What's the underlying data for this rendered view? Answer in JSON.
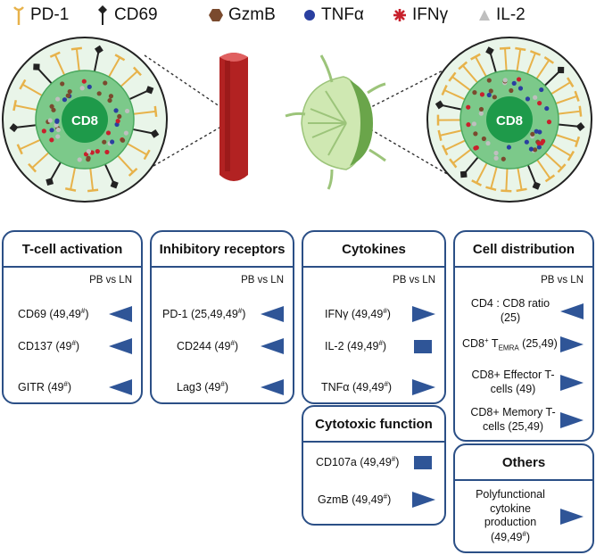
{
  "legend": [
    {
      "label": "PD-1",
      "icon": "pd1-receptor-icon",
      "color": "#e7b24a"
    },
    {
      "label": "CD69",
      "icon": "cd69-receptor-icon",
      "color": "#222222"
    },
    {
      "label": "GzmB",
      "icon": "hexagon-icon",
      "color": "#7a4a2e"
    },
    {
      "label": "TNFα",
      "icon": "circle-icon",
      "color": "#2a3fa0"
    },
    {
      "label": "IFNγ",
      "icon": "starburst-icon",
      "color": "#c8202c"
    },
    {
      "label": "IL-2",
      "icon": "triangle-icon",
      "color": "#bfbfbf"
    }
  ],
  "illustration": {
    "left_cell_label": "CD8",
    "right_cell_label": "CD8",
    "colors": {
      "cell_outer": "#e9f5e9",
      "cell_body": "#7cc98a",
      "nucleus": "#1e9a4a",
      "vessel": "#b22222",
      "lymph_node": "#cfe8b2"
    }
  },
  "comparison_header": "PB vs LN",
  "boxes": {
    "tcell": {
      "title": "T-cell activation",
      "rows": [
        {
          "text": "CD69 (49,49",
          "sup": "#",
          "tail": ")",
          "icon": "left-triangle"
        },
        {
          "text": "CD137 (49",
          "sup": "#",
          "tail": ")",
          "icon": "left-triangle"
        },
        {
          "text": "GITR (49",
          "sup": "#",
          "tail": ")",
          "icon": "left-triangle"
        }
      ]
    },
    "inhib": {
      "title": "Inhibitory receptors",
      "rows": [
        {
          "text": "PD-1 (25,49,49",
          "sup": "#",
          "tail": ")",
          "icon": "left-triangle"
        },
        {
          "text": "CD244 (49",
          "sup": "#",
          "tail": ")",
          "icon": "left-triangle"
        },
        {
          "text": "Lag3 (49",
          "sup": "#",
          "tail": ")",
          "icon": "left-triangle"
        }
      ]
    },
    "cyto": {
      "title": "Cytokines",
      "rows": [
        {
          "text": "IFNγ (49,49",
          "sup": "#",
          "tail": ")",
          "icon": "right-triangle"
        },
        {
          "text": "IL-2 (49,49",
          "sup": "#",
          "tail": ")",
          "icon": "rectangle"
        },
        {
          "text": "TNFα (49,49",
          "sup": "#",
          "tail": ")",
          "icon": "right-triangle"
        }
      ]
    },
    "cytotox": {
      "title": "Cytotoxic function",
      "rows": [
        {
          "text": "CD107a (49,49",
          "sup": "#",
          "tail": ")",
          "icon": "rectangle"
        },
        {
          "text": "GzmB (49,49",
          "sup": "#",
          "tail": ")",
          "icon": "right-triangle"
        }
      ]
    },
    "dist": {
      "title": "Cell distribution",
      "rows": [
        {
          "line1": "CD4 : CD8 ratio",
          "line2": "(25)",
          "icon": "left-triangle"
        },
        {
          "pre": "CD8",
          "sup": "+",
          "mid": " T",
          "sub": "EMRA",
          "tail": " (25,49)",
          "icon": "right-triangle"
        },
        {
          "line1": "CD8+ Effector T-",
          "line2": "cells (49)",
          "icon": "right-triangle"
        },
        {
          "line1": "CD8+ Memory T-",
          "line2": "cells (25,49)",
          "icon": "right-triangle"
        }
      ]
    },
    "others": {
      "title": "Others",
      "rows": [
        {
          "line1": "Polyfunctional",
          "line2": "cytokine",
          "line3": "production",
          "line4": "(49,49",
          "sup": "#",
          "tail": ")",
          "icon": "right-triangle"
        }
      ]
    }
  }
}
